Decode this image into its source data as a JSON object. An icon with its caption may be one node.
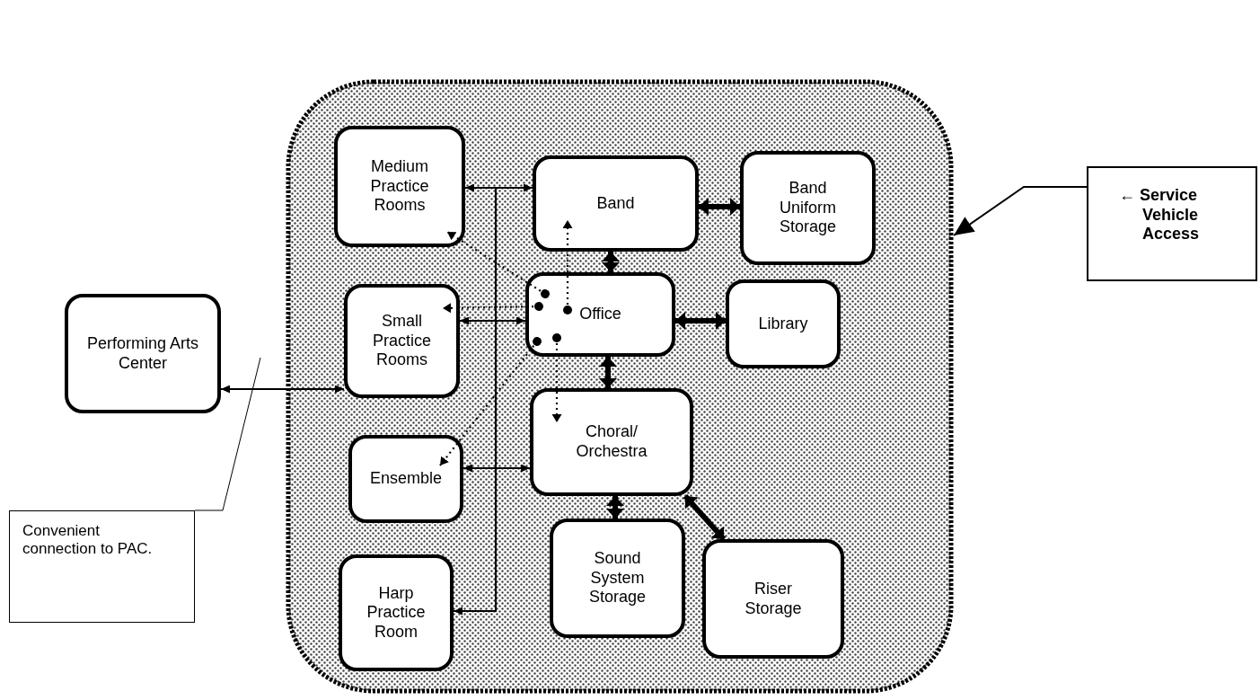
{
  "diagram": {
    "nodes": [
      {
        "text": [],
        "shape": "box"
      },
      {
        "text": [
          "Medium Practice Rooms"
        ],
        "in": 0
      },
      {
        "text": [
          "Band"
        ],
        "in": 0
      },
      {
        "text": [
          "Band Uniform Storage"
        ],
        "in": 0
      },
      {
        "text": [
          "Performing Arts Center"
        ]
      },
      {
        "text": [
          "Small Practice Rooms"
        ],
        "in": 0
      },
      {
        "text": [
          "Office"
        ],
        "in": 0
      },
      {
        "text": [
          "Library"
        ],
        "in": 0
      },
      {
        "text": [
          "Choral/ Orchestra"
        ],
        "in": 0
      },
      {
        "text": [
          "Ensemble"
        ],
        "in": 0
      },
      {
        "text": [
          "Sound System Storage"
        ],
        "in": 0
      },
      {
        "text": [
          "Riser Storage"
        ],
        "in": 0
      },
      {
        "text": [
          "Harp Practice Room"
        ],
        "in": 0
      },
      {
        "text": [
          "← Service Vehicle Access"
        ]
      },
      {
        "text": [
          "Convenient connection to PAC."
        ]
      }
    ],
    "edges": [
      {
        "from": 1,
        "to": 2,
        "arrow": "both"
      },
      {
        "from": 2,
        "to": 3,
        "arrow": "both",
        "style": "thick"
      },
      {
        "from": 2,
        "to": 6,
        "arrow": "both",
        "style": "thick"
      },
      {
        "from": 4,
        "to": 5,
        "arrow": "both"
      },
      {
        "from": 5,
        "to": 6,
        "arrow": "both"
      },
      {
        "from": 6,
        "to": 7,
        "arrow": "both",
        "style": "thick"
      },
      {
        "from": 6,
        "to": 8,
        "arrow": "both",
        "style": "thick"
      },
      {
        "from": 9,
        "to": 8,
        "arrow": "both"
      },
      {
        "from": 8,
        "to": 10,
        "arrow": "both",
        "style": "thick"
      },
      {
        "from": 8,
        "to": 11,
        "arrow": "both",
        "style": "thick"
      },
      {
        "from": 2,
        "to": 12,
        "arrow": "to"
      },
      {
        "from": 6,
        "to": 1,
        "arrow": "to",
        "style": "dashed"
      },
      {
        "from": 6,
        "to": 5,
        "arrow": "to",
        "style": "dashed"
      },
      {
        "from": 6,
        "to": 2,
        "arrow": "to",
        "style": "dashed"
      },
      {
        "from": 6,
        "to": 9,
        "arrow": "to",
        "style": "dashed"
      },
      {
        "from": 6,
        "to": 8,
        "arrow": "to",
        "style": "dashed"
      },
      {
        "from": 13,
        "to": 0,
        "arrow": "to"
      },
      {
        "from": 14,
        "to": null,
        "arrow": "none"
      }
    ]
  }
}
